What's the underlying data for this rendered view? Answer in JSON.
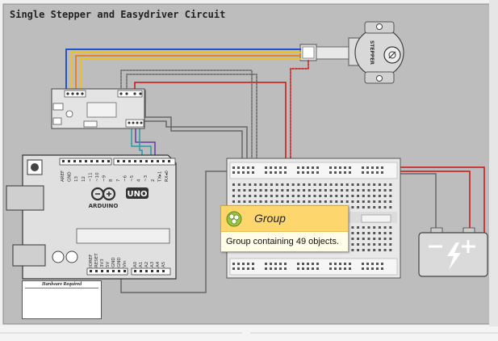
{
  "diagram_title": "Single Stepper and Easydriver Circuit",
  "tooltip": {
    "title": "Group",
    "description": "Group containing 49 objects."
  },
  "hardware_box": {
    "title": "Hardware Required"
  },
  "arduino": {
    "logo_text": "ARDUINO",
    "model": "UNO",
    "top_header_labels": [
      "AREF",
      "GND",
      "13",
      "12",
      "~11",
      "~10",
      "~9",
      "8",
      "7",
      "~6",
      "~5",
      "4",
      "~3",
      "2",
      "TX▸1",
      "RX◂0"
    ],
    "power_labels": [
      "IOREF",
      "RESET",
      "3V3",
      "5V",
      "GND",
      "GND",
      "Vin"
    ],
    "analog_labels": [
      "A0",
      "A1",
      "A2",
      "A3",
      "A4",
      "A5"
    ]
  },
  "stepper_label": "STEPPER",
  "wire_colors": {
    "red": "#cc1111",
    "blue": "#2255cc",
    "yellow": "#f0c020",
    "orange": "#e8841a",
    "teal": "#2a9aa8",
    "purple": "#6a3aa0",
    "gray": "#666666"
  }
}
